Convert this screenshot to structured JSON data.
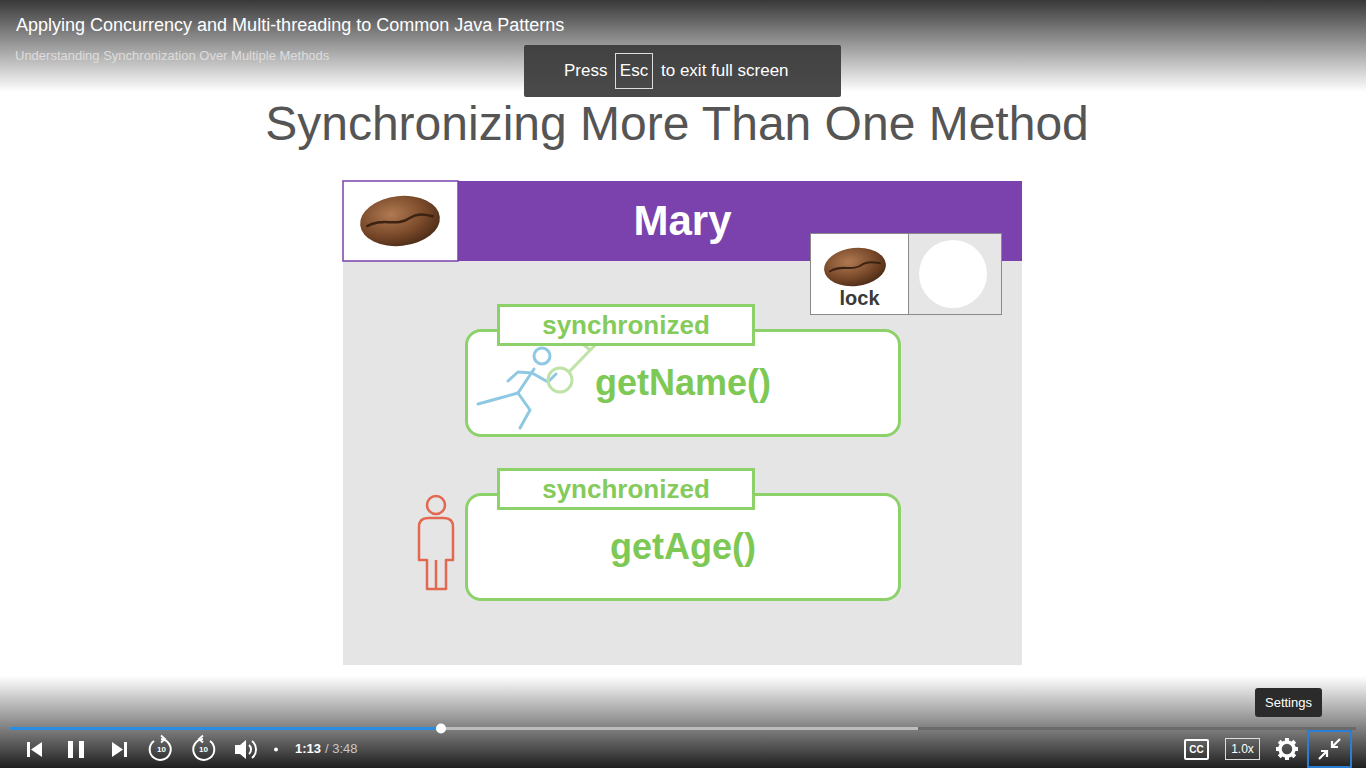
{
  "diagram": {
    "title": "Synchronizing More Than One Method",
    "nodes": [
      {
        "text": [
          "Mary"
        ]
      },
      {
        "text": [
          "lock"
        ],
        "in": 0
      },
      {
        "text": [
          "synchronized",
          "getName()"
        ],
        "in": 0
      },
      {
        "text": [
          "synchronized",
          "getAge()"
        ],
        "in": 0
      }
    ],
    "labels": [
      "Applying Concurrency and Multi-threading to Common Java Patterns",
      "Understanding Synchronization Over Multiple Methods",
      "Press",
      "Esc",
      "to exit full screen",
      "1:13",
      "/ 3:48",
      "CC",
      "1.0x",
      "Settings",
      "10",
      "10"
    ]
  }
}
